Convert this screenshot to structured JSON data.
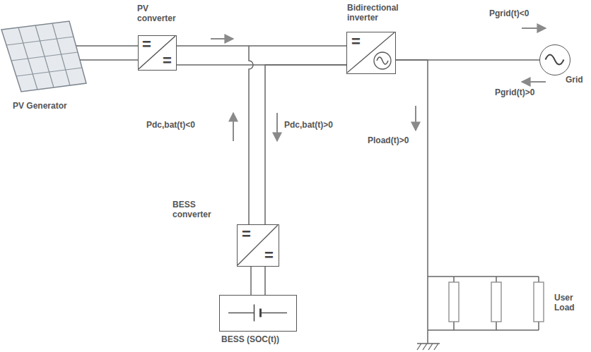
{
  "diagram": {
    "nodes": [
      {
        "text": [
          "PV Generator"
        ]
      },
      {
        "text": [
          "PV converter",
          "=",
          "="
        ]
      },
      {
        "text": [
          "Bidirectional inverter",
          "="
        ]
      },
      {
        "text": [
          "Grid"
        ]
      },
      {
        "text": [
          "BESS converter",
          "=",
          "="
        ]
      },
      {
        "text": [
          "BESS (SOC(t))"
        ]
      },
      {
        "text": [
          "User Load"
        ]
      }
    ],
    "edges": [
      {
        "from": 0,
        "to": 1,
        "arrow": "none"
      },
      {
        "from": 1,
        "to": 2,
        "arrow": "none"
      },
      {
        "from": 4,
        "to": 2,
        "arrow": "none"
      },
      {
        "from": 5,
        "to": 4,
        "arrow": "none"
      },
      {
        "from": 2,
        "to": 3,
        "arrow": "none"
      },
      {
        "from": 2,
        "to": 6,
        "arrow": "none"
      }
    ],
    "labels": [
      "Pgrid(t)<0",
      "Pgrid(t)>0",
      "Pdc,bat(t)<0",
      "Pdc,bat(t)>0",
      "Pload(t)>0"
    ]
  }
}
